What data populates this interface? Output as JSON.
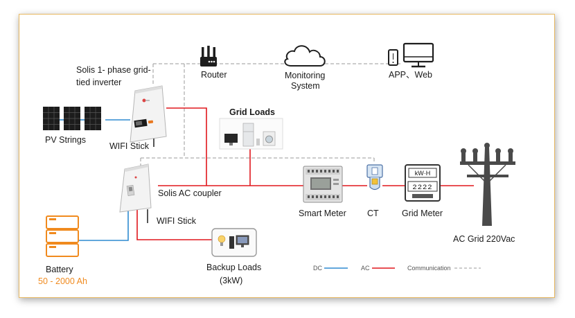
{
  "labels": {
    "inverter": [
      "Solis 1- phase grid-",
      "tied inverter"
    ],
    "router": "Router",
    "monitoring": [
      "Monitoring",
      "System"
    ],
    "app_web": "APP、Web",
    "grid_loads": "Grid Loads",
    "pv_strings": "PV Strings",
    "wifi_stick_1": "WIFI Stick",
    "ac_coupler": "Solis AC coupler",
    "smart_meter": "Smart Meter",
    "ct": "CT",
    "grid_meter": "Grid Meter",
    "grid_meter_face": "kW·H",
    "grid_meter_digits": "2222",
    "wifi_stick_2": "WIFI Stick",
    "ac_grid": "AC Grid 220Vac",
    "battery": "Battery",
    "battery_capacity": "50 - 2000 Ah",
    "backup_loads": [
      "Backup Loads",
      "(3kW)"
    ]
  },
  "legend": {
    "dc": "DC",
    "ac": "AC",
    "communication": "Communication"
  },
  "colors": {
    "dc": "#2e8ad0",
    "ac": "#e0161c",
    "communication": "#9a9a9a",
    "frame_border": "#e8b860",
    "battery_orange": "#f08a1e"
  },
  "icons": {
    "router": "router-icon",
    "cloud": "cloud-icon",
    "phone": "phone-icon",
    "monitor": "monitor-icon",
    "solar": "solar-panel-icon",
    "inverter": "inverter-icon",
    "coupler": "ac-coupler-icon",
    "battery": "battery-icon",
    "meter": "smart-meter-icon",
    "ct": "ct-icon",
    "grid_meter": "grid-meter-icon",
    "pole": "power-pole-icon",
    "loads": "appliances-icon",
    "backup": "backup-loads-icon"
  }
}
